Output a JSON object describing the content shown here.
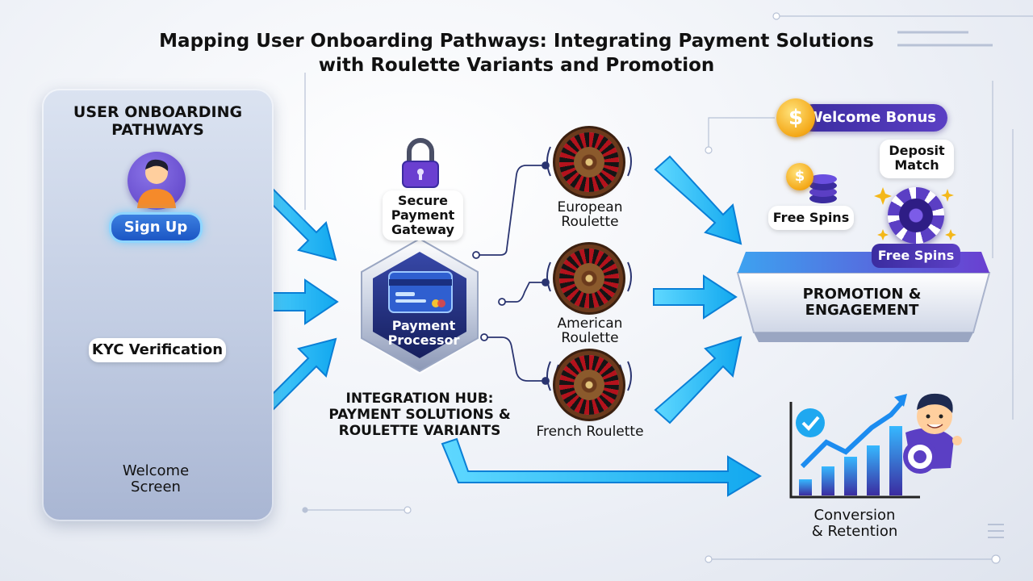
{
  "title": {
    "line1": "Mapping User Onboarding Pathways: Integrating Payment Solutions",
    "line2": "with Roulette Variants and Promotion"
  },
  "onboarding": {
    "heading_line1": "USER ONBOARDING",
    "heading_line2": "PATHWAYS",
    "signup_label": "Sign Up",
    "kyc_label": "KYC Verification",
    "welcome_line1": "Welcome",
    "welcome_line2": "Screen"
  },
  "hub": {
    "gateway_line1": "Secure",
    "gateway_line2": "Payment",
    "gateway_line3": "Gateway",
    "processor_line1": "Payment",
    "processor_line2": "Processor",
    "label_line1": "INTEGRATION HUB:",
    "label_line2": "PAYMENT SOLUTIONS &",
    "label_line3": "ROULETTE VARIANTS"
  },
  "roulette": {
    "european_line1": "European",
    "european_line2": "Roulette",
    "american_line1": "American",
    "american_line2": "Roulette",
    "french": "French Roulette"
  },
  "promotion": {
    "welcome_bonus": "Welcome Bonus",
    "coin_symbol": "$",
    "deposit_line1": "Deposit",
    "deposit_line2": "Match",
    "free_spins_1": "Free Spins",
    "free_spins_2": "Free Spins",
    "label_line1": "PROMOTION &",
    "label_line2": "ENGAGEMENT"
  },
  "conversion": {
    "label_line1": "Conversion",
    "label_line2": "& Retention"
  },
  "colors": {
    "arrow": "#1ec0f5",
    "arrow_edge": "#0a7fd6",
    "accent_purple": "#5b3fc4",
    "coin_gold": "#f4a818",
    "hub_navy": "#1e2a78"
  },
  "icons": [
    "user-avatar-icon",
    "magnifier-id-card-icon",
    "waving-hand-icon",
    "padlock-icon",
    "credit-card-icon",
    "roulette-wheel-icon",
    "gold-coin-icon",
    "casino-chip-icon",
    "growth-chart-icon",
    "check-badge-icon"
  ]
}
